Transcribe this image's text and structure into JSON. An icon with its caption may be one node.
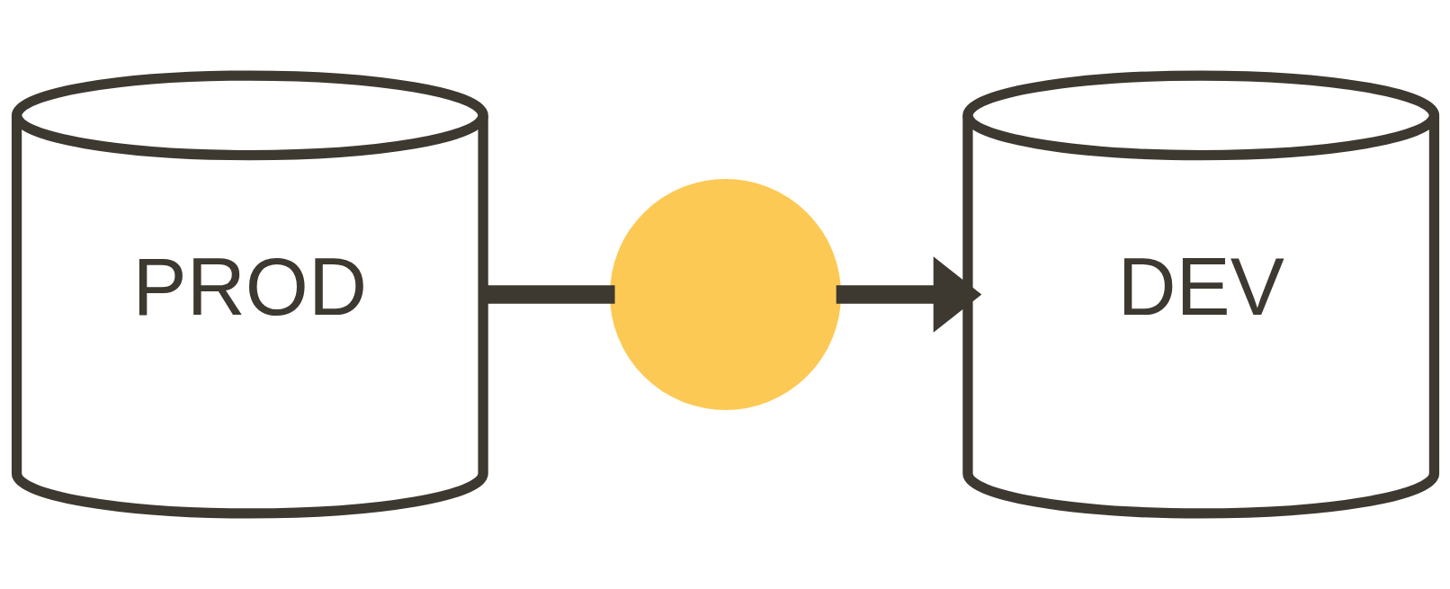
{
  "diagram": {
    "nodes": [
      {
        "text": [
          "PROD"
        ]
      },
      {
        "text": [],
        "shape": "gear"
      },
      {
        "text": [
          "DEV"
        ]
      }
    ],
    "edges": [
      {
        "from": 0,
        "to": 1,
        "arrow": "none"
      },
      {
        "from": 1,
        "to": 2,
        "arrow": "to"
      }
    ]
  }
}
